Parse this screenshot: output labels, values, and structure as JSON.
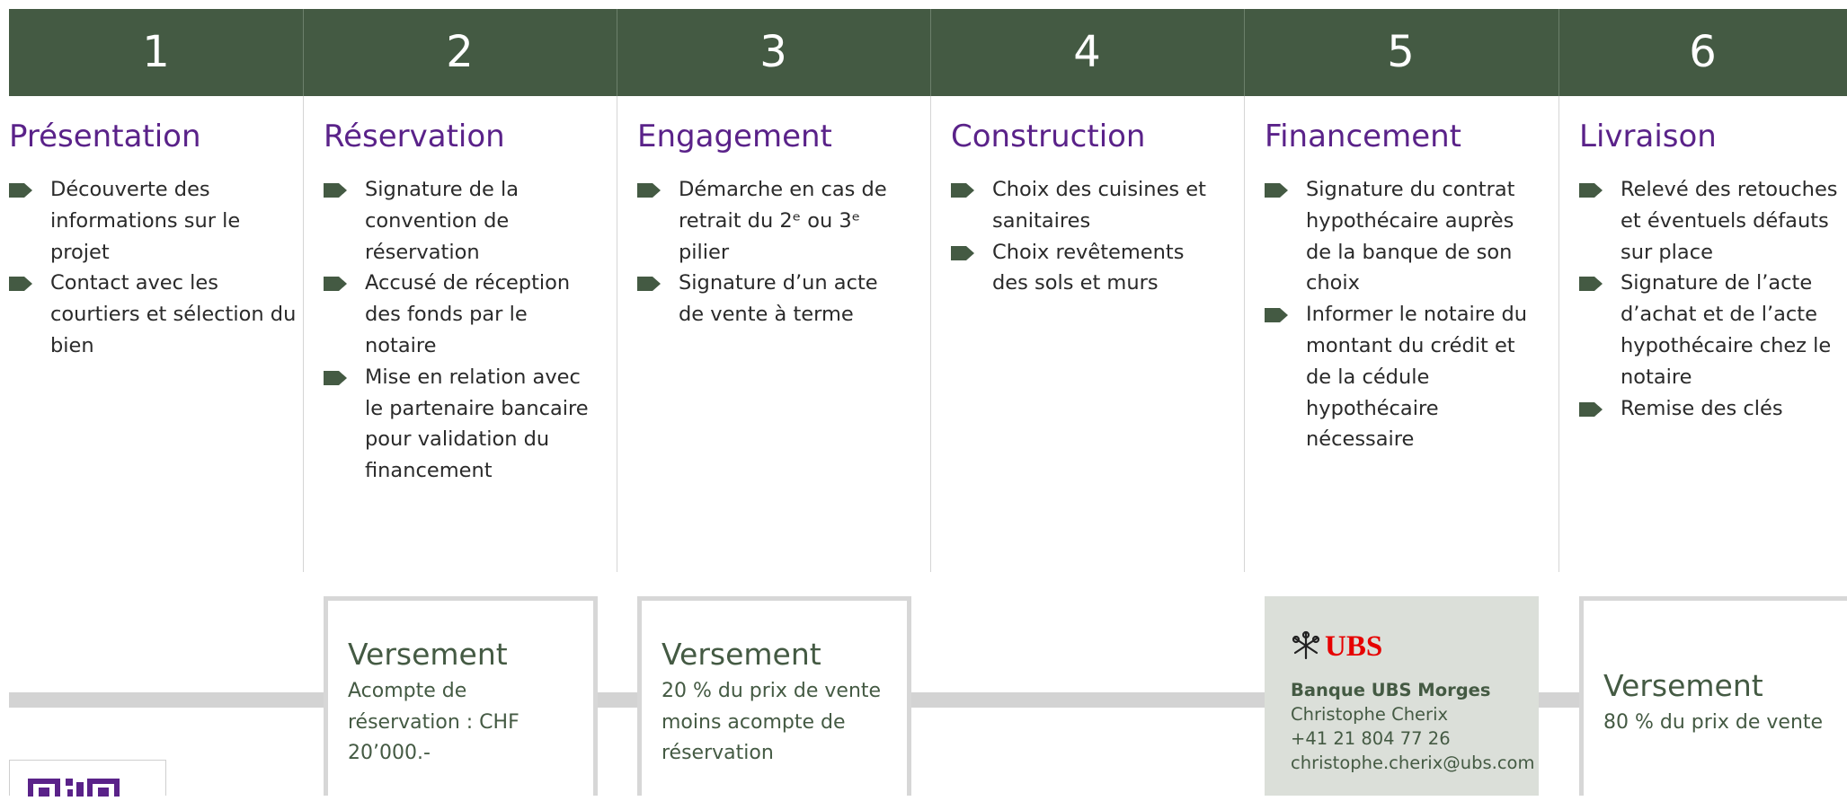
{
  "steps": [
    {
      "number": "1",
      "title": "Présentation",
      "items": [
        "Découverte des informations sur le projet",
        "Contact avec les courtiers et sélection du bien"
      ]
    },
    {
      "number": "2",
      "title": "Réservation",
      "items": [
        "Signature de la convention de réservation",
        "Accusé de réception des fonds par le notaire",
        "Mise en relation avec le partenaire bancaire pour validation du financement"
      ]
    },
    {
      "number": "3",
      "title": "Engagement",
      "items": [
        "Démarche en cas de retrait du 2ᵉ ou 3ᵉ pilier",
        "Signature d’un acte de vente à terme"
      ]
    },
    {
      "number": "4",
      "title": "Construction",
      "items": [
        "Choix des cuisines et sanitaires",
        "Choix revêtements des sols et murs"
      ]
    },
    {
      "number": "5",
      "title": "Financement",
      "items": [
        "Signature du contrat hypothécaire auprès de la banque de son choix",
        "Informer le notaire du montant du crédit et de la cédule hypothécaire nécessaire"
      ]
    },
    {
      "number": "6",
      "title": "Livraison",
      "items": [
        "Relevé des retouches et éventuels défauts sur place",
        "Signature de l’acte d’achat et de l’acte hypothécaire chez le notaire",
        "Remise des clés"
      ]
    }
  ],
  "payments": [
    {
      "title": "Versement",
      "text": "Acompte de réservation : CHF 20’000.-"
    },
    {
      "title": "Versement",
      "text": "20 % du prix de vente moins acompte de réservation"
    },
    {
      "title": "Versement",
      "text": "80 % du prix de vente"
    }
  ],
  "bank": {
    "logo_text": "UBS",
    "name": "Banque UBS Morges",
    "contact": "Christophe Cherix",
    "phone": "+41 21 804 77 26",
    "email": "christophe.cherix@ubs.com"
  },
  "colors": {
    "header": "#445a43",
    "title": "#5a2289",
    "bullet": "#445a43",
    "timeline": "#d3d3d3",
    "ubs_red": "#e60000"
  },
  "icons": {
    "bullet": "tag-arrow-icon",
    "logo": "ubs-keys-icon",
    "qr": "qr-code-icon"
  }
}
